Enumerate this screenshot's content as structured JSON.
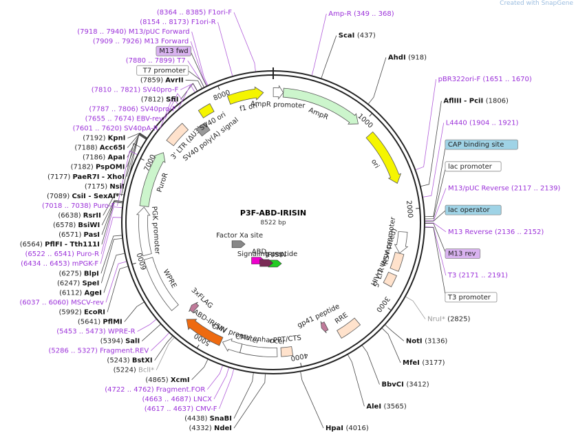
{
  "map": {
    "name": "P3F-ABD-IRISIN",
    "size_text": "8522 bp",
    "total_bp": 8522,
    "watermark": "Created with SnapGene"
  },
  "ticks": [
    {
      "bp": 1000,
      "label": "1000"
    },
    {
      "bp": 2000,
      "label": "2000"
    },
    {
      "bp": 3000,
      "label": "3000"
    },
    {
      "bp": 4000,
      "label": "4000"
    },
    {
      "bp": 5000,
      "label": "5000"
    },
    {
      "bp": 6000,
      "label": "6000"
    },
    {
      "bp": 7000,
      "label": "7000"
    },
    {
      "bp": 8000,
      "label": "8000"
    }
  ],
  "features": [
    {
      "name": "f1 ori",
      "start": 8050,
      "end": 8420,
      "color": "#f5f500",
      "arrow": "fwd",
      "lane": 1
    },
    {
      "name": "AmpR promoter",
      "start": 1,
      "end": 105,
      "color": "#ffffff",
      "arrow": "fwd",
      "lane": 1
    },
    {
      "name": "AmpR",
      "start": 106,
      "end": 966,
      "color": "#ccf5cc",
      "arrow": "fwd",
      "lane": 1
    },
    {
      "name": "ori",
      "start": 1130,
      "end": 1718,
      "color": "#f5f500",
      "arrow": "fwd",
      "lane": 1
    },
    {
      "name": "RSV promoter",
      "start": 2230,
      "end": 2456,
      "color": "#ffffff",
      "arrow": "fwd",
      "lane": 1
    },
    {
      "name": "5' LTR (truncated)",
      "start": 2457,
      "end": 2637,
      "color": "#ffe2cc",
      "arrow": "none",
      "lane": 1
    },
    {
      "name": "HIV-1 Ψ",
      "start": 2684,
      "end": 2809,
      "color": "#ffe2cc",
      "arrow": "none",
      "lane": 1
    },
    {
      "name": "RRE",
      "start": 3306,
      "end": 3539,
      "color": "#ffe2cc",
      "arrow": "none",
      "lane": 1
    },
    {
      "name": "gp41 peptide",
      "start": 3620,
      "end": 3680,
      "color": "#c07a9a",
      "arrow": "fwd",
      "lane": 2
    },
    {
      "name": "cPPT/CTS",
      "start": 4062,
      "end": 4179,
      "color": "#ffe2cc",
      "arrow": "none",
      "lane": 1
    },
    {
      "name": "CMV enhancer",
      "start": 4220,
      "end": 4600,
      "color": "#ffffff",
      "arrow": "none",
      "lane": 1
    },
    {
      "name": "CMV promoter",
      "start": 4601,
      "end": 4803,
      "color": "#ffffff",
      "arrow": "fwd",
      "lane": 1
    },
    {
      "name": "ABD-IRISIN",
      "start": 4820,
      "end": 5250,
      "color": "#ee6a10",
      "arrow": "fwd",
      "lane": 1
    },
    {
      "name": "3xFLAG",
      "start": 5251,
      "end": 5316,
      "color": "#c07a9a",
      "arrow": "fwd",
      "lane": 2
    },
    {
      "name": "WPRE",
      "start": 5420,
      "end": 6008,
      "color": "#ffffff",
      "arrow": "none",
      "lane": 1
    },
    {
      "name": "PGK promoter",
      "start": 6050,
      "end": 6550,
      "color": "#ffffff",
      "arrow": "fwd",
      "lane": 1
    },
    {
      "name": "PuroR",
      "start": 6560,
      "end": 7159,
      "color": "#ccf5cc",
      "arrow": "fwd",
      "lane": 1
    },
    {
      "name": "3' LTR (ΔU3)",
      "start": 7280,
      "end": 7514,
      "color": "#ffe2cc",
      "arrow": "none",
      "lane": 1
    },
    {
      "name": "SV40 poly(A) signal",
      "start": 7586,
      "end": 7707,
      "color": "#999999",
      "arrow": "none",
      "lane": 2
    },
    {
      "name": "SV40 ori",
      "start": 7722,
      "end": 7857,
      "color": "#f5f500",
      "arrow": "none",
      "lane": 1
    }
  ],
  "inner_features": [
    {
      "name": "ABD",
      "color": "#ee00cc",
      "angle_deg": 202
    },
    {
      "name": "IRISIN",
      "color": "#22cc22",
      "angle_deg": 178
    },
    {
      "name": "Signaling peptide",
      "color": "#7a2a55",
      "angle_deg": 190
    },
    {
      "name": "Factor Xa site",
      "color": "#888888",
      "angle_deg": 238
    }
  ],
  "sites_left": [
    {
      "bp": 8364,
      "range": "(8364 .. 8385)",
      "name": "F1ori-F",
      "cls": "pur"
    },
    {
      "bp": 8154,
      "range": "(8154 .. 8173)",
      "name": "F1ori-R",
      "cls": "pur"
    },
    {
      "bp": 7918,
      "range": "(7918 .. 7940)",
      "name": "M13/pUC Forward",
      "cls": "pur"
    },
    {
      "bp": 7909,
      "range": "(7909 .. 7926)",
      "name": "M13 Forward",
      "cls": "pur"
    },
    {
      "bp": 7905,
      "range": "",
      "name": "M13 fwd",
      "cls": "box-pur"
    },
    {
      "bp": 7880,
      "range": "(7880 .. 7899)",
      "name": "T7",
      "cls": "pur"
    },
    {
      "bp": 7880,
      "range": "",
      "name": "T7 promoter",
      "cls": "box-white"
    },
    {
      "bp": 7859,
      "range": "(7859)",
      "name": "AvrII",
      "cls": "b"
    },
    {
      "bp": 7810,
      "range": "(7810 .. 7821)",
      "name": "SV40pro-F",
      "cls": "pur"
    },
    {
      "bp": 7812,
      "range": "(7812)",
      "name": "SfiI",
      "cls": "b"
    },
    {
      "bp": 7787,
      "range": "(7787 .. 7806)",
      "name": "SV40pro-F",
      "cls": "pur"
    },
    {
      "bp": 7655,
      "range": "(7655 .. 7674)",
      "name": "EBV-rev",
      "cls": "pur"
    },
    {
      "bp": 7601,
      "range": "(7601 .. 7620)",
      "name": "SV40pA-R",
      "cls": "pur"
    },
    {
      "bp": 7192,
      "range": "(7192)",
      "name": "KpnI",
      "cls": "b"
    },
    {
      "bp": 7188,
      "range": "(7188)",
      "name": "Acc65I",
      "cls": "b"
    },
    {
      "bp": 7186,
      "range": "(7186)",
      "name": "ApaI",
      "cls": "b"
    },
    {
      "bp": 7182,
      "range": "(7182)",
      "name": "PspOMI",
      "cls": "b"
    },
    {
      "bp": 7177,
      "range": "(7177)",
      "name": "PaeR7I - XhoI",
      "cls": "b"
    },
    {
      "bp": 7175,
      "range": "(7175)",
      "name": "NsiI",
      "cls": "b"
    },
    {
      "bp": 7089,
      "range": "(7089)",
      "name": "CsiI - SexAI*",
      "cls": "b"
    },
    {
      "bp": 7018,
      "range": "(7018 .. 7038)",
      "name": "Puro-F",
      "cls": "pur"
    },
    {
      "bp": 6638,
      "range": "(6638)",
      "name": "RsrII",
      "cls": "b"
    },
    {
      "bp": 6578,
      "range": "(6578)",
      "name": "BsiWI",
      "cls": "b"
    },
    {
      "bp": 6571,
      "range": "(6571)",
      "name": "PasI",
      "cls": "b"
    },
    {
      "bp": 6564,
      "range": "(6564)",
      "name": "PflFI - Tth111I",
      "cls": "b"
    },
    {
      "bp": 6522,
      "range": "(6522 .. 6541)",
      "name": "Puro-R",
      "cls": "pur"
    },
    {
      "bp": 6434,
      "range": "(6434 .. 6453)",
      "name": "mPGK-F",
      "cls": "pur"
    },
    {
      "bp": 6275,
      "range": "(6275)",
      "name": "BlpI",
      "cls": "b"
    },
    {
      "bp": 6247,
      "range": "(6247)",
      "name": "SpeI",
      "cls": "b"
    },
    {
      "bp": 6112,
      "range": "(6112)",
      "name": "AgeI",
      "cls": "b"
    },
    {
      "bp": 6037,
      "range": "(6037 .. 6060)",
      "name": "MSCV-rev",
      "cls": "pur"
    },
    {
      "bp": 5992,
      "range": "(5992)",
      "name": "EcoRI",
      "cls": "b"
    },
    {
      "bp": 5641,
      "range": "(5641)",
      "name": "PflMI",
      "cls": "b"
    },
    {
      "bp": 5453,
      "range": "(5453 .. 5473)",
      "name": "WPRE-R",
      "cls": "pur"
    },
    {
      "bp": 5394,
      "range": "(5394)",
      "name": "SalI",
      "cls": "b"
    },
    {
      "bp": 5286,
      "range": "(5286 .. 5327)",
      "name": "Fragment.REV",
      "cls": "pur"
    },
    {
      "bp": 5243,
      "range": "(5243)",
      "name": "BstXI",
      "cls": "b"
    },
    {
      "bp": 5224,
      "range": "(5224)",
      "name": "BclI*",
      "cls": "gry"
    },
    {
      "bp": 4865,
      "range": "(4865)",
      "name": "XcmI",
      "cls": "b"
    },
    {
      "bp": 4722,
      "range": "(4722 .. 4762)",
      "name": "Fragment.FOR",
      "cls": "pur"
    },
    {
      "bp": 4663,
      "range": "(4663 .. 4687)",
      "name": "LNCX",
      "cls": "pur"
    },
    {
      "bp": 4617,
      "range": "(4617 .. 4637)",
      "name": "CMV-F",
      "cls": "pur"
    },
    {
      "bp": 4438,
      "range": "(4438)",
      "name": "SnaBI",
      "cls": "b"
    },
    {
      "bp": 4332,
      "range": "(4332)",
      "name": "NdeI",
      "cls": "b"
    }
  ],
  "sites_right": [
    {
      "bp": 349,
      "range": "(349 .. 368)",
      "name": "Amp-R",
      "cls": "pur"
    },
    {
      "bp": 437,
      "range": "(437)",
      "name": "ScaI",
      "cls": "b"
    },
    {
      "bp": 918,
      "range": "(918)",
      "name": "AhdI",
      "cls": "b"
    },
    {
      "bp": 1651,
      "range": "(1651 .. 1670)",
      "name": "pBR322ori-F",
      "cls": "pur"
    },
    {
      "bp": 1806,
      "range": "(1806)",
      "name": "AflIII - PciI",
      "cls": "b"
    },
    {
      "bp": 1904,
      "range": "(1904 .. 1921)",
      "name": "L4440",
      "cls": "pur"
    },
    {
      "bp": 2080,
      "range": "",
      "name": "CAP binding site",
      "cls": "box-blue"
    },
    {
      "bp": 2100,
      "range": "",
      "name": "lac promoter",
      "cls": "box-white"
    },
    {
      "bp": 2117,
      "range": "(2117 .. 2139)",
      "name": "M13/pUC Reverse",
      "cls": "pur"
    },
    {
      "bp": 2120,
      "range": "",
      "name": "lac operator",
      "cls": "box-blue"
    },
    {
      "bp": 2136,
      "range": "(2136 .. 2152)",
      "name": "M13 Reverse",
      "cls": "pur"
    },
    {
      "bp": 2140,
      "range": "",
      "name": "M13 rev",
      "cls": "box-pur"
    },
    {
      "bp": 2171,
      "range": "(2171 .. 2191)",
      "name": "T3",
      "cls": "pur"
    },
    {
      "bp": 2175,
      "range": "",
      "name": "T3 promoter",
      "cls": "box-white"
    },
    {
      "bp": 2825,
      "range": "(2825)",
      "name": "NruI*",
      "cls": "gry"
    },
    {
      "bp": 3136,
      "range": "(3136)",
      "name": "NotI",
      "cls": "b"
    },
    {
      "bp": 3177,
      "range": "(3177)",
      "name": "MfeI",
      "cls": "b"
    },
    {
      "bp": 3412,
      "range": "(3412)",
      "name": "BbvCI",
      "cls": "b"
    },
    {
      "bp": 3565,
      "range": "(3565)",
      "name": "AleI",
      "cls": "b"
    },
    {
      "bp": 4016,
      "range": "(4016)",
      "name": "HpaI",
      "cls": "b"
    }
  ]
}
